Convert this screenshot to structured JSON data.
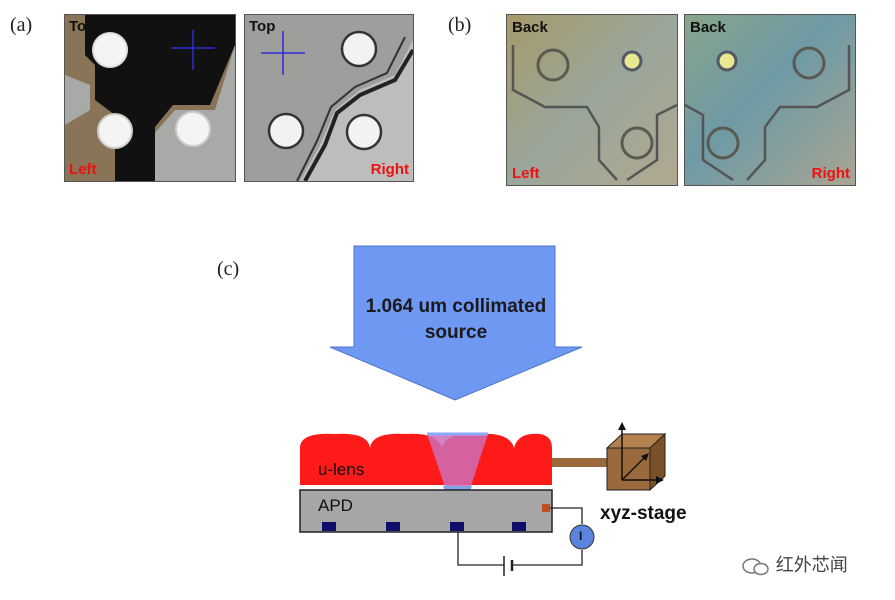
{
  "panels": {
    "a": {
      "label": "(a)",
      "images": [
        {
          "top_text": "Top",
          "bottom_text": "Left"
        },
        {
          "top_text": "Top",
          "bottom_text": "Right"
        }
      ]
    },
    "b": {
      "label": "(b)",
      "images": [
        {
          "top_text": "Back",
          "bottom_text": "Left"
        },
        {
          "top_text": "Back",
          "bottom_text": "Right"
        }
      ]
    },
    "c": {
      "label": "(c)",
      "arrow_text_line1": "1.064 um collimated",
      "arrow_text_line2": "source",
      "lens_label": "u-lens",
      "apd_label": "APD",
      "meter_label": "I",
      "stage_label": "xyz-stage"
    }
  },
  "watermark": "红外芯闻",
  "colors": {
    "arrow_fill": "#6f98f3",
    "lens_red": "#ff1a1a",
    "apd_gray": "#a6a6a6",
    "pixel_navy": "#10106a",
    "stage_brown": "#9a6a3c",
    "cone_pink": "#d96ab0"
  }
}
